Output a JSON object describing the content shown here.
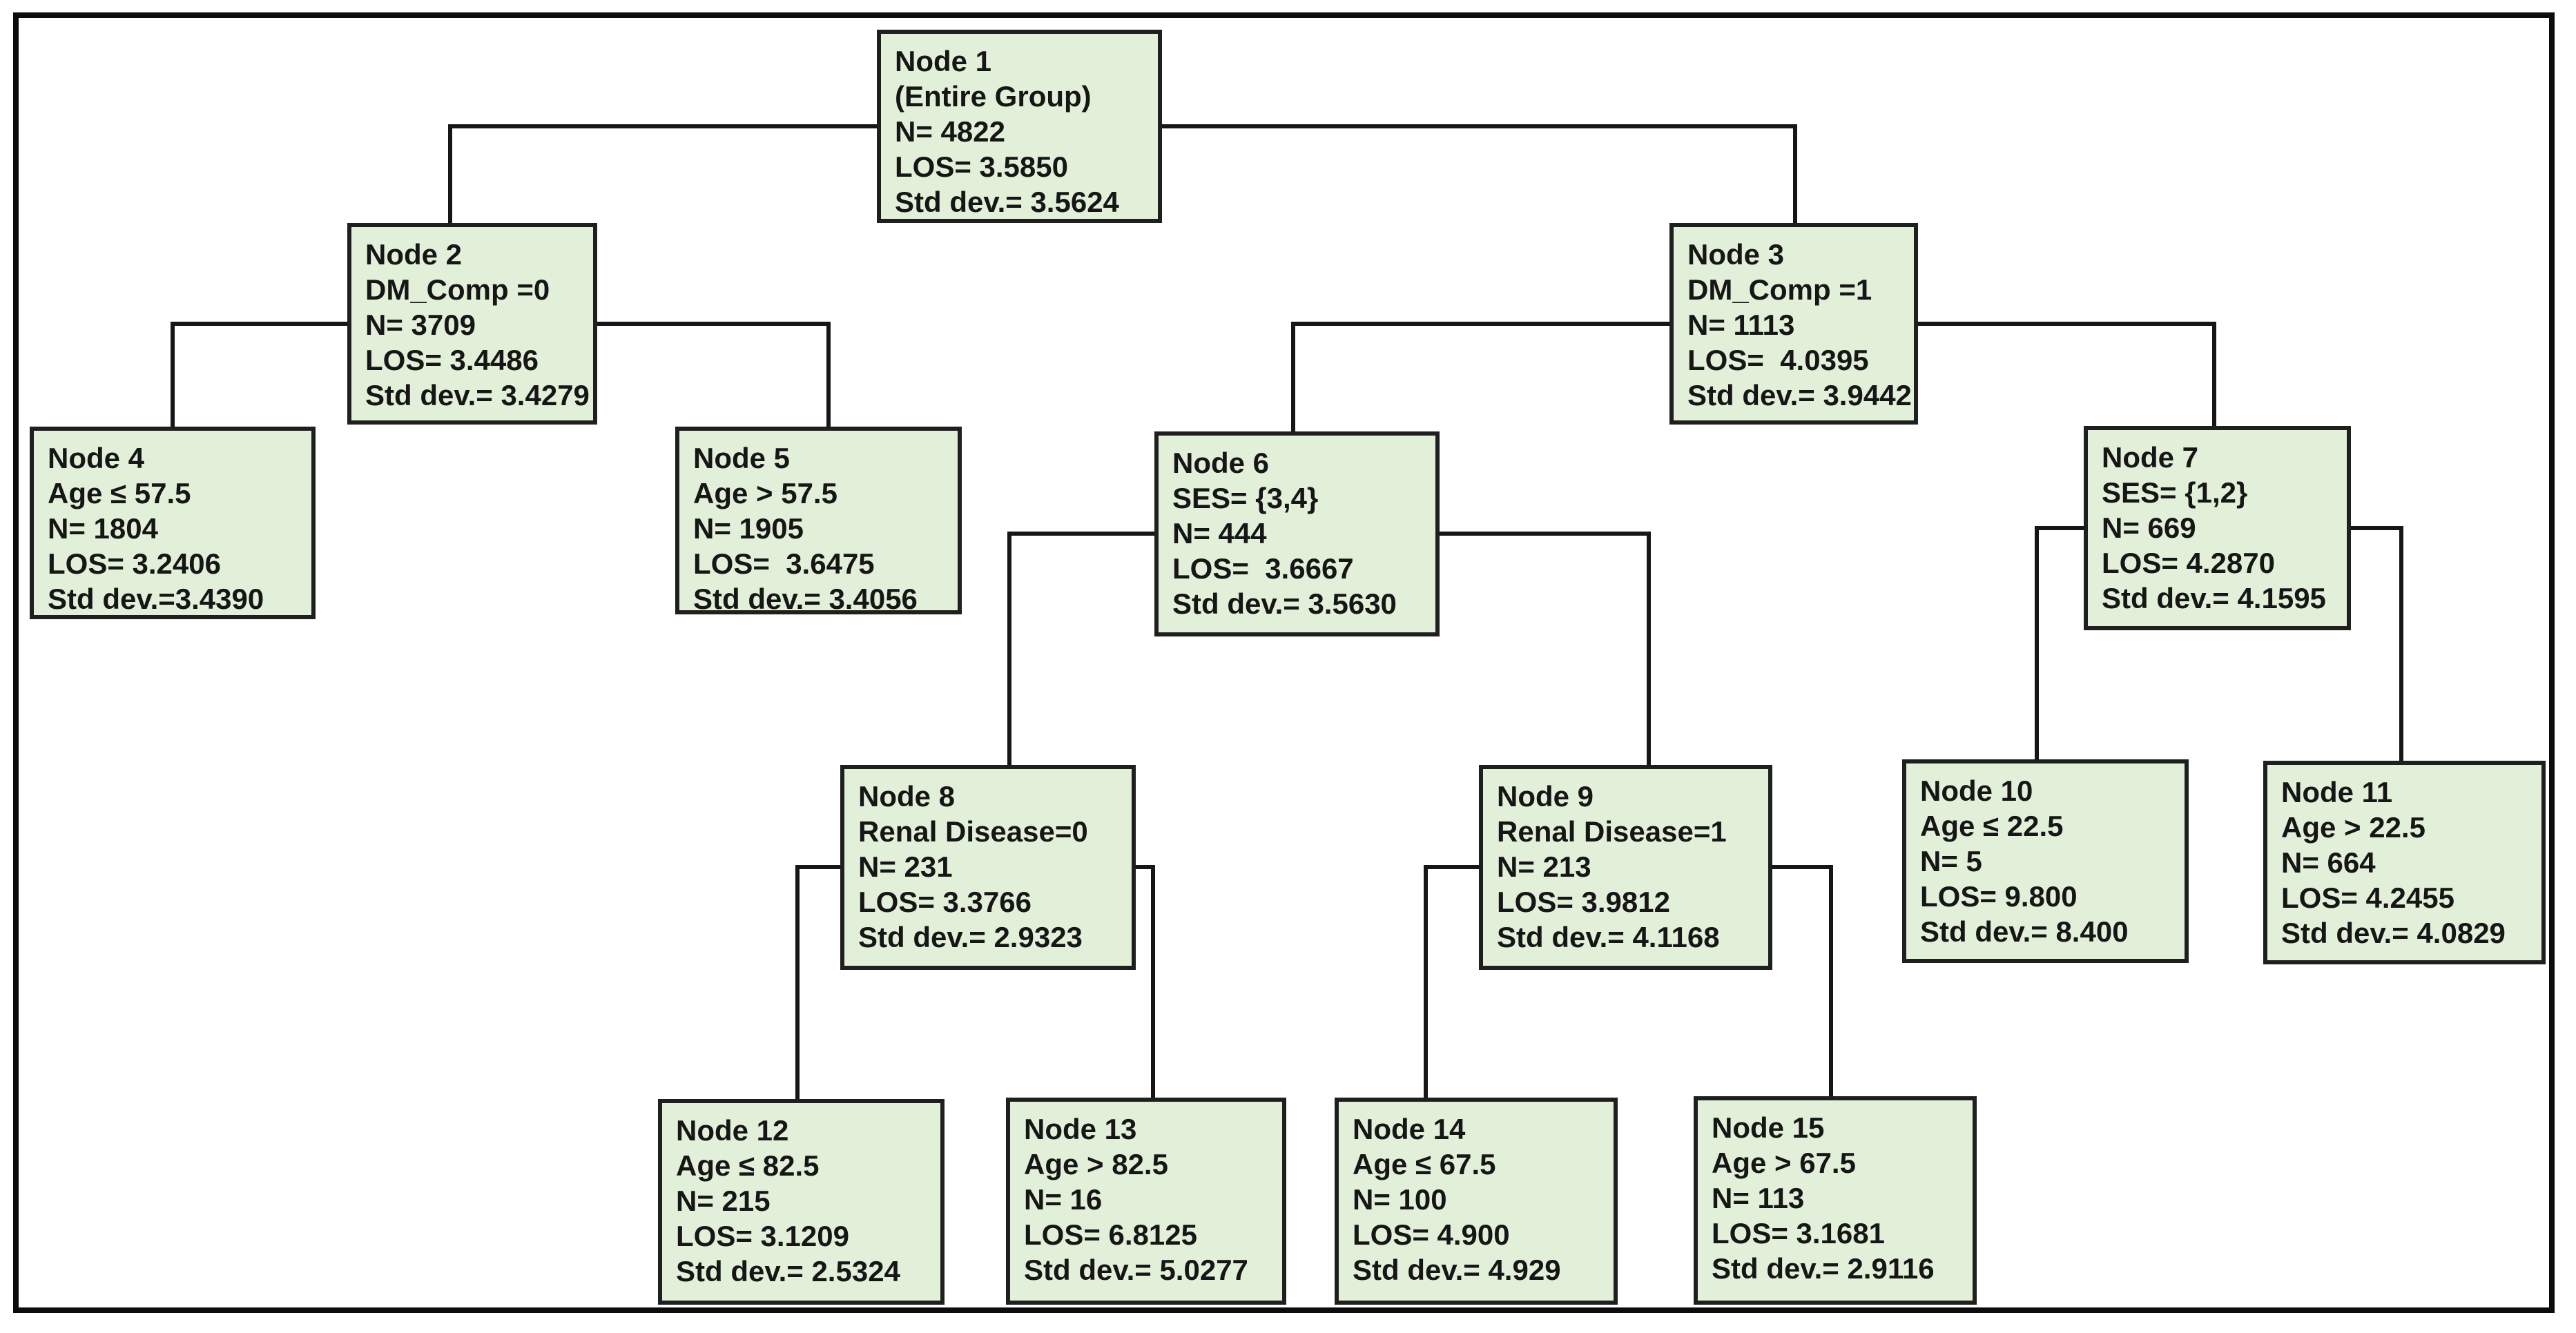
{
  "diagram": {
    "type": "decision-tree",
    "node_fill_color": "#e2f0d9",
    "node_border_color": "#1f1f1f",
    "connector_color": "#161616",
    "frame_color": "#0c0c0c"
  },
  "nodes": [
    {
      "id": 1,
      "lines": [
        "Node 1",
        "(Entire Group)",
        "N= 4822",
        "LOS= 3.5850",
        "Std dev.= 3.5624"
      ]
    },
    {
      "id": 2,
      "lines": [
        "Node 2",
        "DM_Comp =0",
        "N= 3709",
        "LOS= 3.4486",
        "Std dev.= 3.4279"
      ]
    },
    {
      "id": 3,
      "lines": [
        "Node 3",
        "DM_Comp =1",
        "N= 1113",
        "LOS=  4.0395",
        "Std dev.= 3.9442"
      ]
    },
    {
      "id": 4,
      "lines": [
        "Node 4",
        "Age ≤ 57.5",
        "N= 1804",
        "LOS= 3.2406",
        "Std dev.=3.4390"
      ]
    },
    {
      "id": 5,
      "lines": [
        "Node 5",
        "Age > 57.5",
        "N= 1905",
        "LOS=  3.6475",
        "Std dev.= 3.4056"
      ]
    },
    {
      "id": 6,
      "lines": [
        "Node 6",
        "SES= {3,4}",
        "N= 444",
        "LOS=  3.6667",
        "Std dev.= 3.5630"
      ]
    },
    {
      "id": 7,
      "lines": [
        "Node 7",
        "SES= {1,2}",
        "N= 669",
        "LOS= 4.2870",
        "Std dev.= 4.1595"
      ]
    },
    {
      "id": 8,
      "lines": [
        "Node 8",
        "Renal Disease=0",
        "N= 231",
        "LOS= 3.3766",
        "Std dev.= 2.9323"
      ]
    },
    {
      "id": 9,
      "lines": [
        "Node 9",
        "Renal Disease=1",
        "N= 213",
        "LOS= 3.9812",
        "Std dev.= 4.1168"
      ]
    },
    {
      "id": 10,
      "lines": [
        "Node 10",
        "Age ≤ 22.5",
        "N= 5",
        "LOS= 9.800",
        "Std dev.= 8.400"
      ]
    },
    {
      "id": 11,
      "lines": [
        "Node 11",
        "Age > 22.5",
        "N= 664",
        "LOS= 4.2455",
        "Std dev.= 4.0829"
      ]
    },
    {
      "id": 12,
      "lines": [
        "Node 12",
        "Age ≤ 82.5",
        "N= 215",
        "LOS= 3.1209",
        "Std dev.= 2.5324"
      ]
    },
    {
      "id": 13,
      "lines": [
        "Node 13",
        "Age > 82.5",
        "N= 16",
        "LOS= 6.8125",
        "Std dev.= 5.0277"
      ]
    },
    {
      "id": 14,
      "lines": [
        "Node 14",
        "Age ≤ 67.5",
        "N= 100",
        "LOS= 4.900",
        "Std dev.= 4.929"
      ]
    },
    {
      "id": 15,
      "lines": [
        "Node 15",
        "Age > 67.5",
        "N= 113",
        "LOS= 3.1681",
        "Std dev.= 2.9116"
      ]
    }
  ],
  "edges": [
    {
      "parent": 1,
      "child": 2
    },
    {
      "parent": 1,
      "child": 3
    },
    {
      "parent": 2,
      "child": 4
    },
    {
      "parent": 2,
      "child": 5
    },
    {
      "parent": 3,
      "child": 6
    },
    {
      "parent": 3,
      "child": 7
    },
    {
      "parent": 6,
      "child": 8
    },
    {
      "parent": 6,
      "child": 9
    },
    {
      "parent": 7,
      "child": 10
    },
    {
      "parent": 7,
      "child": 11
    },
    {
      "parent": 8,
      "child": 12
    },
    {
      "parent": 8,
      "child": 13
    },
    {
      "parent": 9,
      "child": 14
    },
    {
      "parent": 9,
      "child": 15
    }
  ]
}
